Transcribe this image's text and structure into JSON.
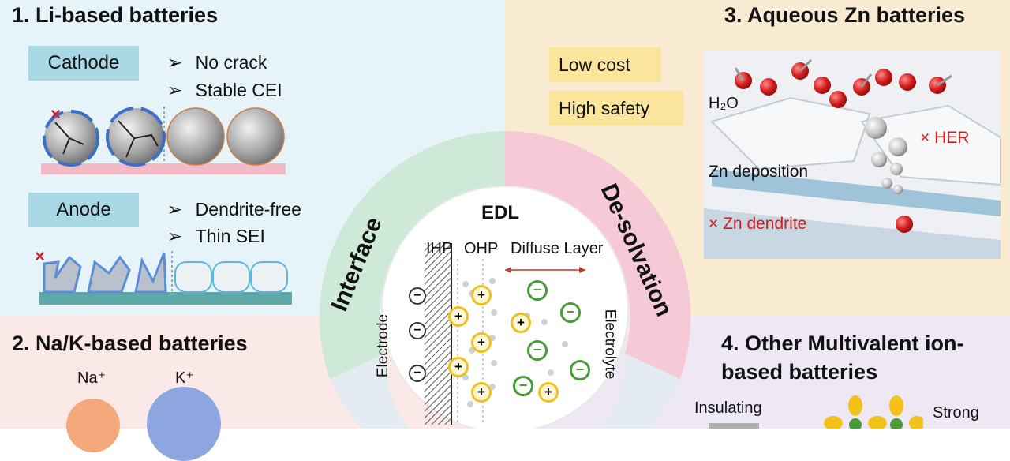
{
  "colors": {
    "panel1_bg": "#e6f4f9",
    "panel2_bg": "#fbe9e8",
    "panel3_bg": "#f9ebd2",
    "panel4_bg": "#eee7f4",
    "interface_ring": "#cfe9d8",
    "desolvation_ring": "#f5c9d6",
    "anion": "#4a9a3a",
    "cation": "#f0c020",
    "water_red": "#d41b1b"
  },
  "panel1": {
    "title": "1. Li-based batteries",
    "cathode_label": "Cathode",
    "cathode_bullets": [
      "No crack",
      "Stable CEI"
    ],
    "anode_label": "Anode",
    "anode_bullets": [
      "Dendrite-free",
      "Thin SEI"
    ],
    "bullet_marker": "➢",
    "cross_mark": "×"
  },
  "panel2": {
    "title": "2. Na/K-based batteries",
    "ion1": "Na⁺",
    "ion2": "K⁺"
  },
  "panel3": {
    "title": "3. Aqueous Zn batteries",
    "features": [
      "Low cost",
      "High safety"
    ],
    "water": "H₂O",
    "her": "× HER",
    "deposition": "Zn deposition",
    "dendrite": "× Zn dendrite"
  },
  "panel4": {
    "title_line1": "4. Other Multivalent ion-",
    "title_line2": "based batteries",
    "left_label": "Insulating",
    "right_label": "Strong"
  },
  "center": {
    "edl": "EDL",
    "interface": "Interface",
    "desolvation": "De-solvation",
    "ihp": "IHP",
    "ohp": "OHP",
    "diffuse": "Diffuse Layer",
    "electrode": "Electrode",
    "electrolyte": "Electrolyte",
    "minus": "−",
    "plus": "+"
  }
}
